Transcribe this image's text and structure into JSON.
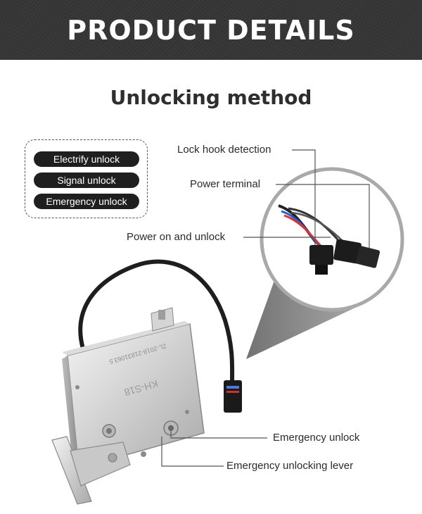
{
  "header": {
    "title": "PRODUCT DETAILS"
  },
  "section": {
    "subtitle": "Unlocking method"
  },
  "methods": [
    {
      "label": "Electrify unlock"
    },
    {
      "label": "Signal unlock"
    },
    {
      "label": "Emergency unlock"
    }
  ],
  "callouts": {
    "lock_hook_detection": "Lock hook detection",
    "power_terminal": "Power terminal",
    "power_on_unlock": "Power on and unlock",
    "emergency_unlock": "Emergency unlock",
    "emergency_lever": "Emergency unlocking lever"
  },
  "product": {
    "engraving_serial": "ZL-2018-21831063.5",
    "engraving_model": "KH-S18"
  }
}
